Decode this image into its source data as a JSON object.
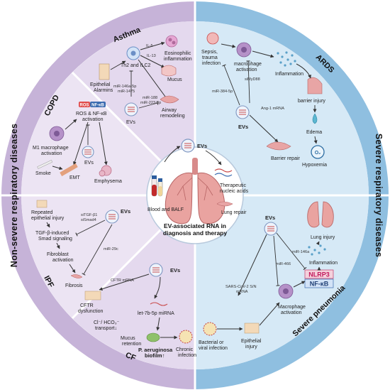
{
  "ring": {
    "left": "Non-severe respiratory diseases",
    "right": "Severe respiratory diseases"
  },
  "sections": {
    "asthma": "Asthma",
    "copd": "COPD",
    "ipf": "IPF",
    "cf": "CF",
    "ards": "ARDS",
    "pneumonia": "Severe pneumonia"
  },
  "center": {
    "evs": "EVs",
    "therapeutic_1": "Therapeutic",
    "therapeutic_2": "nucleic acids",
    "lung_repair": "Lung repair",
    "blood": "Blood and BALF",
    "title_1": "EV-associated RNA in",
    "title_2": "diagnosis and therapy"
  },
  "asthma": {
    "epithelial": "Epithelial",
    "alarmins": "Alarmins",
    "th2": "Th2 and ILC2",
    "mir_146a": "miR-146a-5p",
    "mir_1475": "miR-1475",
    "eos_1": "Eosinophilic",
    "eos_2": "inflammation",
    "il5": "IL-5",
    "il13": "IL-13",
    "mucus": "Mucus",
    "airway_1": "Airway",
    "airway_2": "remodeling",
    "mir_188": "miR-188",
    "mir_223": "miR-223-3p",
    "evs": "EVs"
  },
  "copd": {
    "ros": "ROS",
    "nfkb": "NF-κB",
    "ros_nfkb_1": "ROS & NF-κB",
    "ros_nfkb_2": "activation",
    "m1_1": "M1 macrophage",
    "m1_2": "activation",
    "evs": "EVs",
    "emt": "EMT",
    "emphysema": "Emphysema",
    "smoke": "Smoke"
  },
  "ipf": {
    "repeated_1": "Repeated",
    "repeated_2": "epithelial injury",
    "tgf_1": "TGF-β-induced",
    "tgf_2": "Smad signaling",
    "fibroblast_1": "Fibroblast",
    "fibroblast_2": "activation",
    "fibrosis": "Fibrosis",
    "evs": "EVs",
    "sitgf": "siTGF-β1",
    "sismad4": "siSmad4",
    "mir_29c": "miR-29c"
  },
  "cf": {
    "evs": "EVs",
    "cftr_mrna": "CFTR mRNA",
    "let7": "let-7b-5p miRNA",
    "cftr_1": "CFTR",
    "cftr_2": "dysfunction",
    "cl_1": "Cl⁻/ HCO₃⁻",
    "cl_2": "transport↓",
    "mucus_1": "Mucus",
    "mucus_2": "retention",
    "pa_1": "P. aeruginosa",
    "pa_2": "biofilm↑",
    "chronic_1": "Chronic",
    "chronic_2": "infection"
  },
  "ards": {
    "sepsis_1": "Sepsis,",
    "sepsis_2": "trauma",
    "sepsis_3": "infection",
    "macro_1": "macrophage",
    "macro_2": "activation",
    "inflammation": "Inflammation",
    "simyd88": "siMyD88",
    "mir_384": "miR-384-5p",
    "evs": "EVs",
    "ang1": "Ang-1 mRNA",
    "barrier_repair": "Barrier repair",
    "barrier_injury": "barrier injury",
    "edema": "Edema",
    "o2": "O₂",
    "hypoxemia": "Hypoxemia"
  },
  "pneumonia": {
    "evs": "EVs",
    "lung_injury": "Lung injury",
    "inflammation": "Inflammation",
    "mir_146a": "miR-146a",
    "nlrp3": "NLRP3",
    "nfkb": "NF-κB",
    "mir_466": "miR-466",
    "sars_1": "SARS-CoV-2 S/N",
    "sars_2": "mRNA",
    "macro_1": "Macrophage",
    "macro_2": "activation",
    "epi_1": "Epithelial",
    "epi_2": "injury",
    "bact_1": "Bacterial or",
    "bact_2": "viral infection"
  }
}
